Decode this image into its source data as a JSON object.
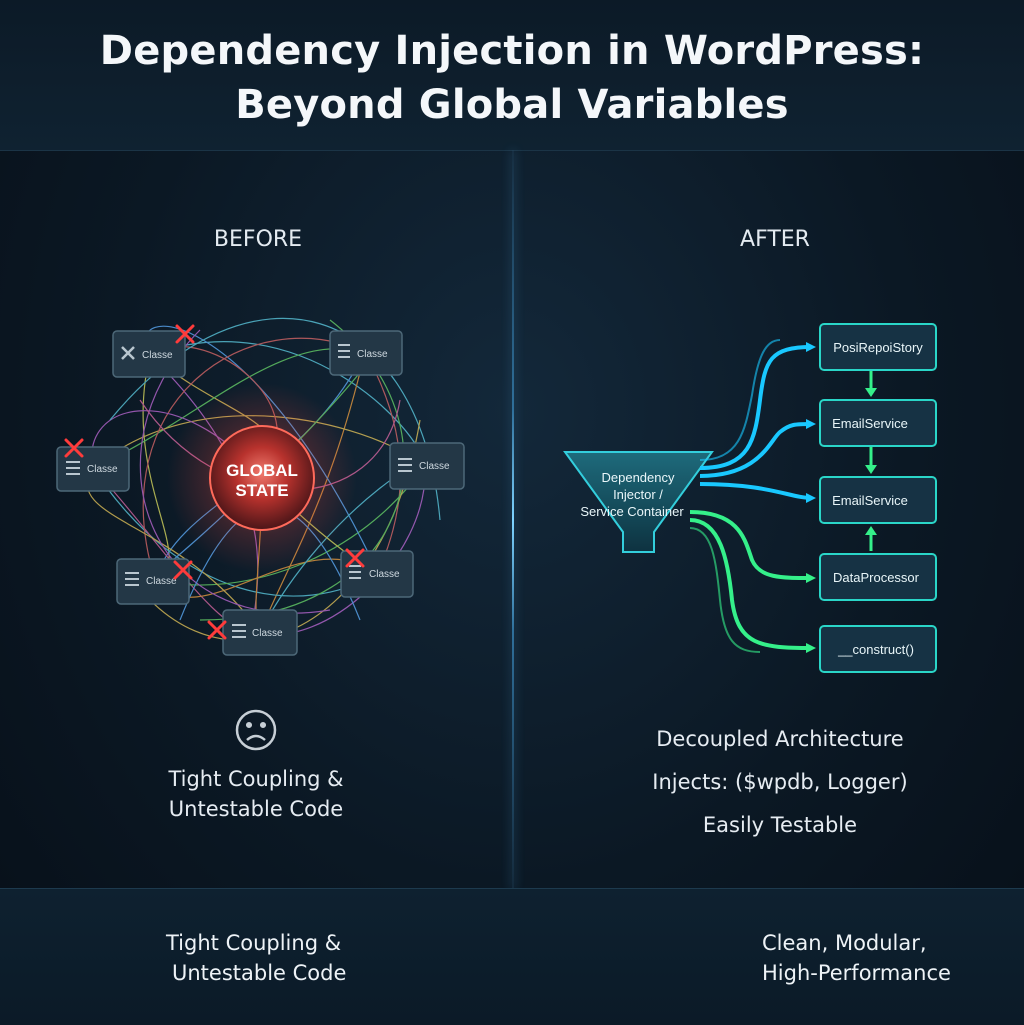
{
  "title": {
    "line1": "Dependency Injection in WordPress:",
    "line2": "Beyond Global Variables"
  },
  "before": {
    "label": "BEFORE",
    "core_line1": "GLOBAL",
    "core_line2": "STATE",
    "classes": [
      "Classe",
      "Classe",
      "Classe",
      "Classe",
      "Classe",
      "Classe",
      "Classe"
    ],
    "caption_line1": "Tight Coupling &",
    "caption_line2": "Untestable Code",
    "icon": "sad-face-icon"
  },
  "after": {
    "label": "AFTER",
    "injector_line1": "Dependency",
    "injector_line2": "Injector /",
    "injector_line3": "Service Container",
    "services": [
      "PosiRepoiStory",
      "EmailService",
      "EmailService",
      "DataProcessor",
      "__construct()"
    ],
    "caption_line1": "Decoupled Architecture",
    "caption_line2": "Injects: ($wpdb, Logger)",
    "caption_line3": "Easily Testable"
  },
  "footer": {
    "left_line1": "Tight Coupling &",
    "left_line2": "Untestable Code",
    "right_line1": "Clean, Modular,",
    "right_line2": "High-Performance",
    "left_icon": "wordpress-logo-icon",
    "right_icon": "wordpress-logo-lightning-icon",
    "corner_icon": "sparkle-icon"
  },
  "colors": {
    "before_core": "#e0443c",
    "before_cross": "#ff3b3b",
    "after_arrow_blue": "#19c8ff",
    "after_arrow_green": "#35f08a",
    "after_box_border": "#2ad6c8"
  }
}
